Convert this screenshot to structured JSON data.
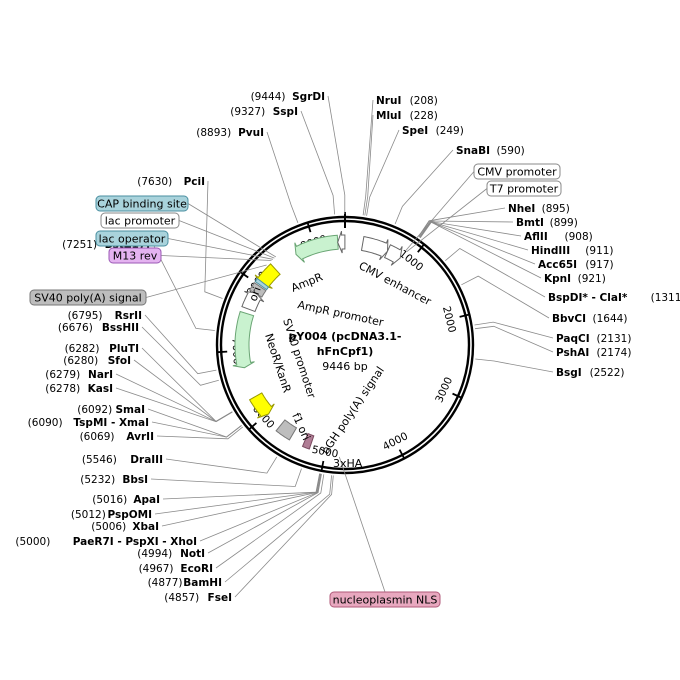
{
  "plasmid": {
    "title_line1": "pY004 (pcDNA3.1-",
    "title_line2": "hFnCpf1)",
    "size_label": "9446 bp",
    "total_bp": 9446
  },
  "ticks": [
    {
      "bp": 1000,
      "label": "1000"
    },
    {
      "bp": 2000,
      "label": "2000"
    },
    {
      "bp": 3000,
      "label": "3000"
    },
    {
      "bp": 4000,
      "label": "4000"
    },
    {
      "bp": 5000,
      "label": "5000"
    },
    {
      "bp": 6000,
      "label": "6000"
    },
    {
      "bp": 7000,
      "label": "7000"
    },
    {
      "bp": 8000,
      "label": "8000"
    },
    {
      "bp": 9000,
      "label": "9000"
    }
  ],
  "sites": [
    {
      "name": "SgrDI",
      "pos": "(9444)",
      "bp": 9444,
      "side": "left"
    },
    {
      "name": "SspI",
      "pos": "(9327)",
      "bp": 9327,
      "side": "left"
    },
    {
      "name": "PvuI",
      "pos": "(8893)",
      "bp": 8893,
      "side": "left"
    },
    {
      "name": "PciI",
      "pos": "(7630)",
      "bp": 7630,
      "side": "left"
    },
    {
      "name": "BstZ17I",
      "pos": "(7251)",
      "bp": 7251,
      "side": "left"
    },
    {
      "name": "RsrII",
      "pos": "(6795)",
      "bp": 6795,
      "side": "left"
    },
    {
      "name": "BssHII",
      "pos": "(6676)",
      "bp": 6676,
      "side": "left"
    },
    {
      "name": "PluTI",
      "pos": "(6282)",
      "bp": 6282,
      "side": "left"
    },
    {
      "name": "SfoI",
      "pos": "(6280)",
      "bp": 6280,
      "side": "left"
    },
    {
      "name": "NarI",
      "pos": "(6279)",
      "bp": 6279,
      "side": "left"
    },
    {
      "name": "KasI",
      "pos": "(6278)",
      "bp": 6278,
      "side": "left"
    },
    {
      "name": "SmaI",
      "pos": "(6092)",
      "bp": 6092,
      "side": "left"
    },
    {
      "name": "TspMI - XmaI",
      "pos": "(6090)",
      "bp": 6090,
      "side": "left"
    },
    {
      "name": "AvrII",
      "pos": "(6069)",
      "bp": 6069,
      "side": "left"
    },
    {
      "name": "DraIII",
      "pos": "(5546)",
      "bp": 5546,
      "side": "left"
    },
    {
      "name": "BbsI",
      "pos": "(5232)",
      "bp": 5232,
      "side": "left"
    },
    {
      "name": "ApaI",
      "pos": "(5016)",
      "bp": 5016,
      "side": "left"
    },
    {
      "name": "PspOMI",
      "pos": "(5012)",
      "bp": 5012,
      "side": "left"
    },
    {
      "name": "XbaI",
      "pos": "(5006)",
      "bp": 5006,
      "side": "left"
    },
    {
      "name": "PaeR7I - PspXI - XhoI",
      "pos": "(5000)",
      "bp": 5000,
      "side": "left"
    },
    {
      "name": "NotI",
      "pos": "(4994)",
      "bp": 4994,
      "side": "left"
    },
    {
      "name": "EcoRI",
      "pos": "(4967)",
      "bp": 4967,
      "side": "left"
    },
    {
      "name": "BamHI",
      "pos": "(4877)",
      "bp": 4877,
      "side": "left"
    },
    {
      "name": "FseI",
      "pos": "(4857)",
      "bp": 4857,
      "side": "left"
    },
    {
      "name": "NruI",
      "pos": "(208)",
      "bp": 208,
      "side": "right"
    },
    {
      "name": "MluI",
      "pos": "(228)",
      "bp": 228,
      "side": "right"
    },
    {
      "name": "SpeI",
      "pos": "(249)",
      "bp": 249,
      "side": "right"
    },
    {
      "name": "SnaBI",
      "pos": "(590)",
      "bp": 590,
      "side": "right"
    },
    {
      "name": "NheI",
      "pos": "(895)",
      "bp": 895,
      "side": "right"
    },
    {
      "name": "BmtI",
      "pos": "(899)",
      "bp": 899,
      "side": "right"
    },
    {
      "name": "AflII",
      "pos": "(908)",
      "bp": 908,
      "side": "right"
    },
    {
      "name": "HindIII",
      "pos": "(911)",
      "bp": 911,
      "side": "right"
    },
    {
      "name": "Acc65I",
      "pos": "(917)",
      "bp": 917,
      "side": "right"
    },
    {
      "name": "KpnI",
      "pos": "(921)",
      "bp": 921,
      "side": "right"
    },
    {
      "name": "BspDI* - ClaI*",
      "pos": "(1311)",
      "bp": 1311,
      "side": "right"
    },
    {
      "name": "BbvCI",
      "pos": "(1644)",
      "bp": 1644,
      "side": "right"
    },
    {
      "name": "PaqCI",
      "pos": "(2131)",
      "bp": 2131,
      "side": "right"
    },
    {
      "name": "PshAI",
      "pos": "(2174)",
      "bp": 2174,
      "side": "right"
    },
    {
      "name": "BsgI",
      "pos": "(2522)",
      "bp": 2522,
      "side": "right"
    }
  ],
  "boxed_labels": [
    {
      "text": "CAP binding site",
      "fill": "#a9d3dc",
      "stroke": "#4a8fa0",
      "bp": 8445
    },
    {
      "text": "lac promoter",
      "fill": "#ffffff",
      "stroke": "#888888",
      "bp": 8420
    },
    {
      "text": "lac operator",
      "fill": "#a9d3dc",
      "stroke": "#4a8fa0",
      "bp": 8395
    },
    {
      "text": "M13 rev",
      "fill": "#e4b3f0",
      "stroke": "#9b59b6",
      "bp": 8370
    },
    {
      "text": "SV40 poly(A) signal",
      "fill": "#bdbdbd",
      "stroke": "#777777",
      "bp": 8280
    },
    {
      "text": "CMV promoter",
      "fill": "#ffffff",
      "stroke": "#888888",
      "bp": 860
    },
    {
      "text": "T7 promoter",
      "fill": "#ffffff",
      "stroke": "#888888",
      "bp": 880
    },
    {
      "text": "nucleoplasmin NLS",
      "fill": "#e8a8bf",
      "stroke": "#b05a7a",
      "bp": 4800
    }
  ],
  "features": [
    {
      "name": "AmpR",
      "start": 8700,
      "end": 9340,
      "color": "#c9f2cf",
      "stroke": "#6aa574",
      "dir": "ccw"
    },
    {
      "name": "AmpR promoter",
      "start": 9340,
      "end": 9445,
      "color": "#ffffff",
      "stroke": "#666666",
      "dir": "ccw"
    },
    {
      "name": "CMV enhancer",
      "start": 260,
      "end": 640,
      "color": "#ffffff",
      "stroke": "#666666",
      "dir": "cw"
    },
    {
      "name": "CMV promoter",
      "start": 640,
      "end": 850,
      "color": "#ffffff",
      "stroke": "#666666",
      "dir": "cw"
    },
    {
      "name": "ori",
      "start": 8020,
      "end": 8330,
      "color": "#ffff00",
      "stroke": "#999900",
      "dir": "ccw"
    },
    {
      "name": "SV40 promoter",
      "start": 7620,
      "end": 7880,
      "color": "#ffffff",
      "stroke": "#666666",
      "dir": "cw"
    },
    {
      "name": "NeoR/KanR",
      "start": 6750,
      "end": 7550,
      "color": "#c9f2cf",
      "stroke": "#6aa574",
      "dir": "ccw"
    },
    {
      "name": "f1 ori",
      "start": 5980,
      "end": 6300,
      "color": "#ffff00",
      "stroke": "#999900",
      "dir": "ccw"
    },
    {
      "name": "bGH poly(A) signal",
      "start": 5520,
      "end": 5740,
      "color": "#bdbdbd",
      "stroke": "#777777",
      "dir": "none"
    },
    {
      "name": "3xHA",
      "start": 5220,
      "end": 5320,
      "color": "#b07d95",
      "stroke": "#7a4a60",
      "dir": "none"
    },
    {
      "name": "SV40 poly(A) signal",
      "start": 7870,
      "end": 7990,
      "color": "#bdbdbd",
      "stroke": "#777777",
      "dir": "none"
    },
    {
      "name": "lac operator",
      "start": 8010,
      "end": 8060,
      "color": "#a9d3dc",
      "stroke": "#4a8fa0",
      "dir": "none"
    }
  ],
  "feature_labels": {
    "ampr": "AmpR",
    "ampr_promoter": "AmpR promoter",
    "cmv_enhancer": "CMV enhancer",
    "ori": "ori",
    "sv40_promoter": "SV40 promoter",
    "neor": "NeoR/KanR",
    "f1ori": "f1 ori",
    "bgh": "bGH poly(A) signal",
    "ha": "3xHA"
  }
}
